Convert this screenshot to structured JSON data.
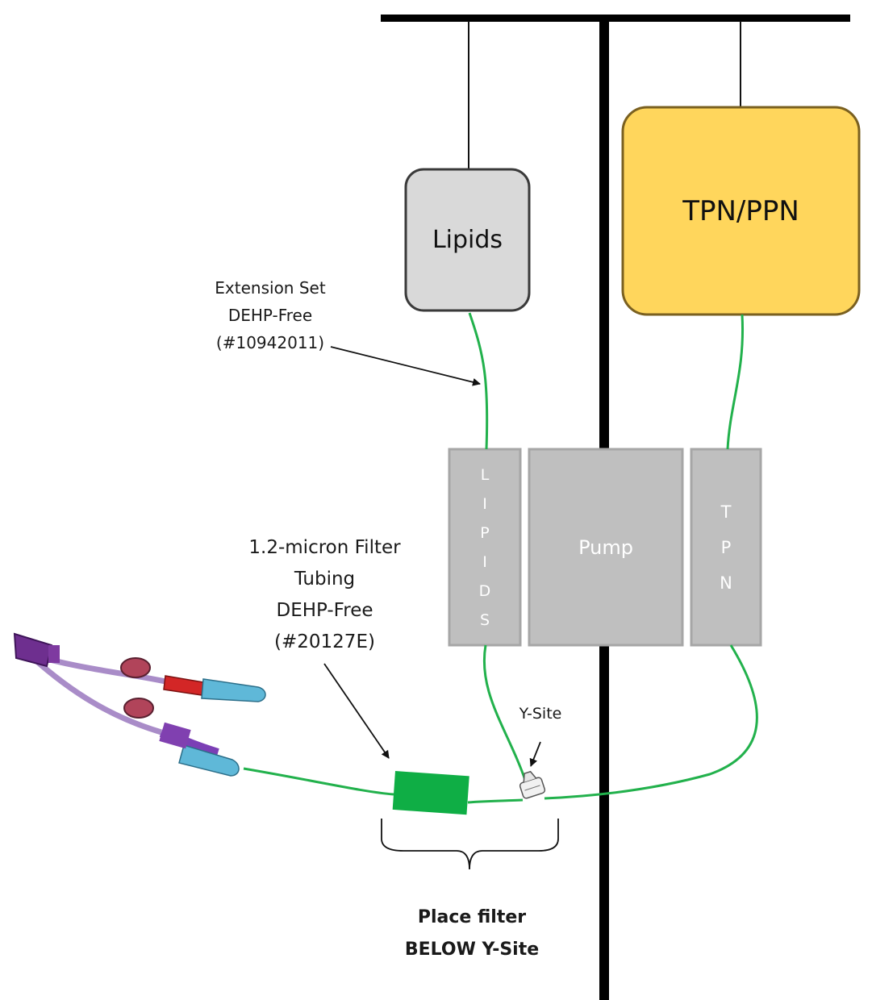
{
  "bags": {
    "lipids": {
      "label": "Lipids",
      "fill": "#d9d9d9",
      "stroke": "#3a3a3a"
    },
    "tpn": {
      "label": "TPN/PPN",
      "fill": "#ffd65c",
      "stroke": "#7a6020"
    }
  },
  "pump": {
    "center_label": "Pump",
    "left_channel_letters": [
      "L",
      "I",
      "P",
      "I",
      "D",
      "S"
    ],
    "right_channel_letters": [
      "T",
      "P",
      "N"
    ],
    "fill": "#bfbfbf",
    "stroke": "#a6a6a6"
  },
  "tubing_color": "#22b14c",
  "filter_color": "#0fae45",
  "labels": {
    "extension_set": [
      "Extension Set",
      "DEHP-Free",
      "(#10942011)"
    ],
    "filter_tubing": [
      "1.2-micron Filter",
      "Tubing",
      "DEHP-Free",
      "(#20127E)"
    ],
    "y_site": "Y-Site",
    "placement_note": [
      "Place filter",
      "BELOW Y-Site"
    ]
  }
}
